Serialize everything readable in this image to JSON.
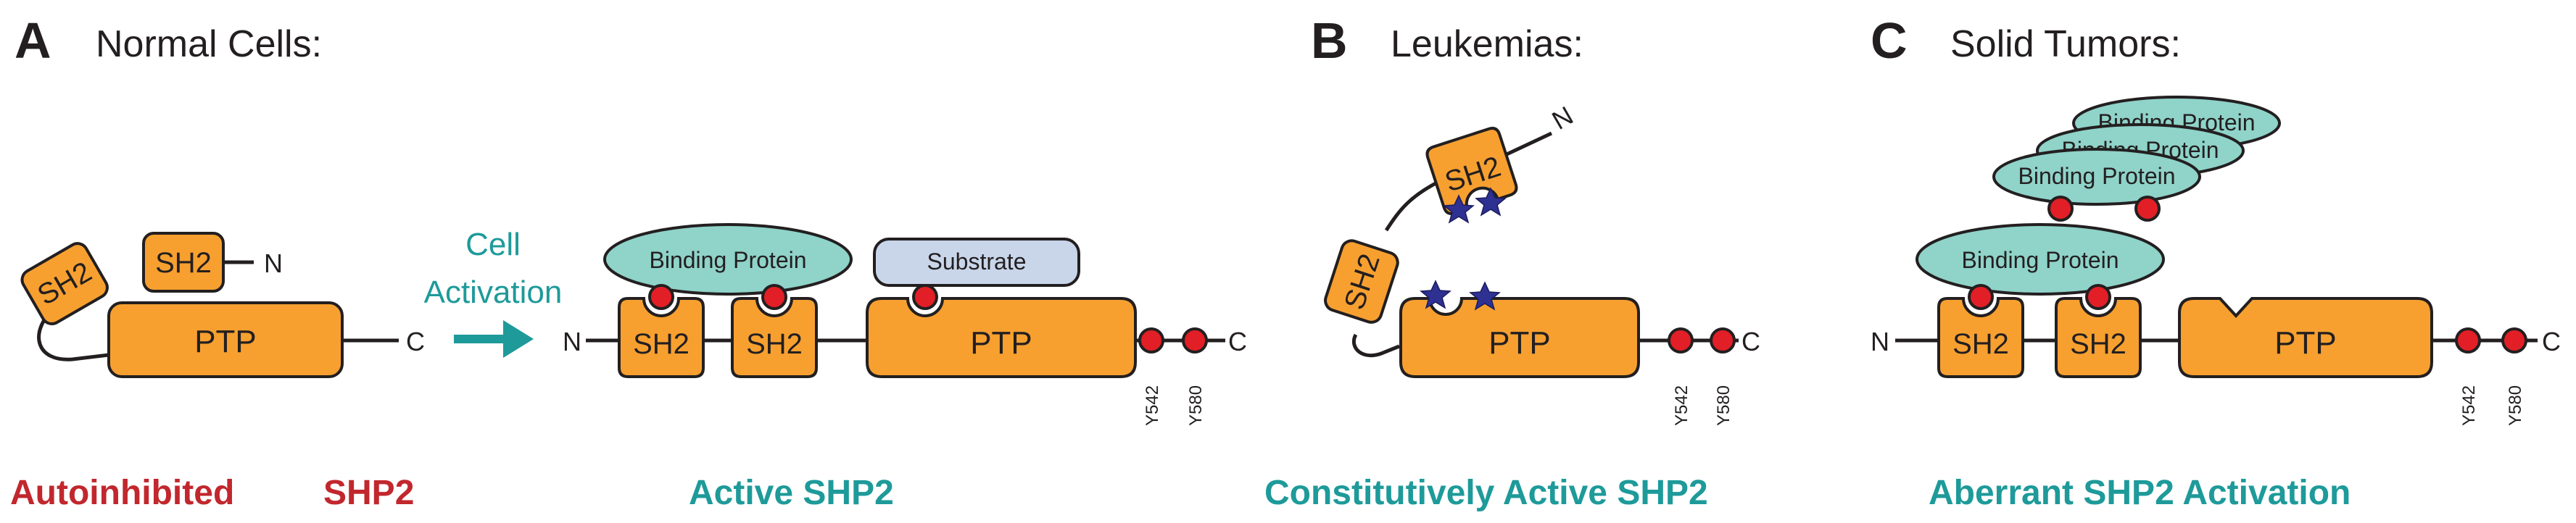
{
  "colors": {
    "domain_fill": "#f7a030",
    "binding_protein_fill": "#8fd3c9",
    "substrate_fill": "#c9d6ea",
    "phospho_site": "#e21f26",
    "mutation_star": "#2e3192",
    "caption_red": "#c1272d",
    "caption_teal": "#1e9a9a",
    "arrow_teal": "#1e9a9a",
    "text_dark": "#231f20"
  },
  "panels": {
    "a": {
      "letter": "A",
      "title": "Normal Cells:",
      "caption_left": "Autoinhibited",
      "caption_right": "SHP2",
      "caption_active": "Active SHP2",
      "arrow_label_line1": "Cell",
      "arrow_label_line2": "Activation",
      "auto_domains": {
        "sh2_a": "SH2",
        "sh2_b": "SH2",
        "ptp": "PTP",
        "n_term": "N",
        "c_term": "C"
      },
      "active_domains": {
        "n_term": "N",
        "sh2_a": "SH2",
        "sh2_b": "SH2",
        "ptp": "PTP",
        "c_term": "C",
        "binding_protein": "Binding Protein",
        "substrate": "Substrate",
        "site1": "Y542",
        "site2": "Y580"
      }
    },
    "b": {
      "letter": "B",
      "title": "Leukemias:",
      "caption": "Constitutively Active SHP2",
      "domains": {
        "sh2_top": "SH2",
        "sh2_side": "SH2",
        "ptp": "PTP",
        "n_term": "N",
        "c_term": "C",
        "site1": "Y542",
        "site2": "Y580"
      }
    },
    "c": {
      "letter": "C",
      "title": "Solid Tumors:",
      "caption": "Aberrant SHP2 Activation",
      "domains": {
        "n_term": "N",
        "sh2_a": "SH2",
        "sh2_b": "SH2",
        "ptp": "PTP",
        "c_term": "C",
        "site1": "Y542",
        "site2": "Y580",
        "binding_protein_main": "Binding Protein",
        "binding_protein_stack_1": "Binding Protein",
        "binding_protein_stack_2": "Binding Protein",
        "binding_protein_stack_3": "Binding Protein"
      }
    }
  }
}
